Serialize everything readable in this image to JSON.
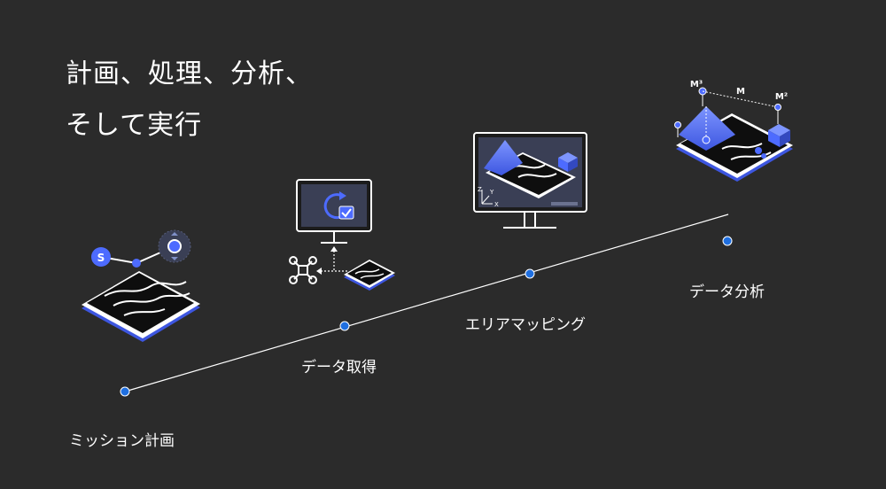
{
  "heading": {
    "line1": "計画、処理、分析、",
    "line2": "そして実行"
  },
  "steps": [
    {
      "label": "ミッション計画"
    },
    {
      "label": "データ取得"
    },
    {
      "label": "エリアマッピング"
    },
    {
      "label": "データ分析"
    }
  ],
  "icons": {
    "planning_marker": "S",
    "analysis_m3": "M³",
    "analysis_m": "M",
    "analysis_m2": "M²",
    "mapping_axis_z": "Z",
    "mapping_axis_y": "Y",
    "mapping_axis_x": "X"
  },
  "colors": {
    "background": "#2b2b2b",
    "accent": "#4d6bff",
    "dot": "#1f6fe0"
  }
}
